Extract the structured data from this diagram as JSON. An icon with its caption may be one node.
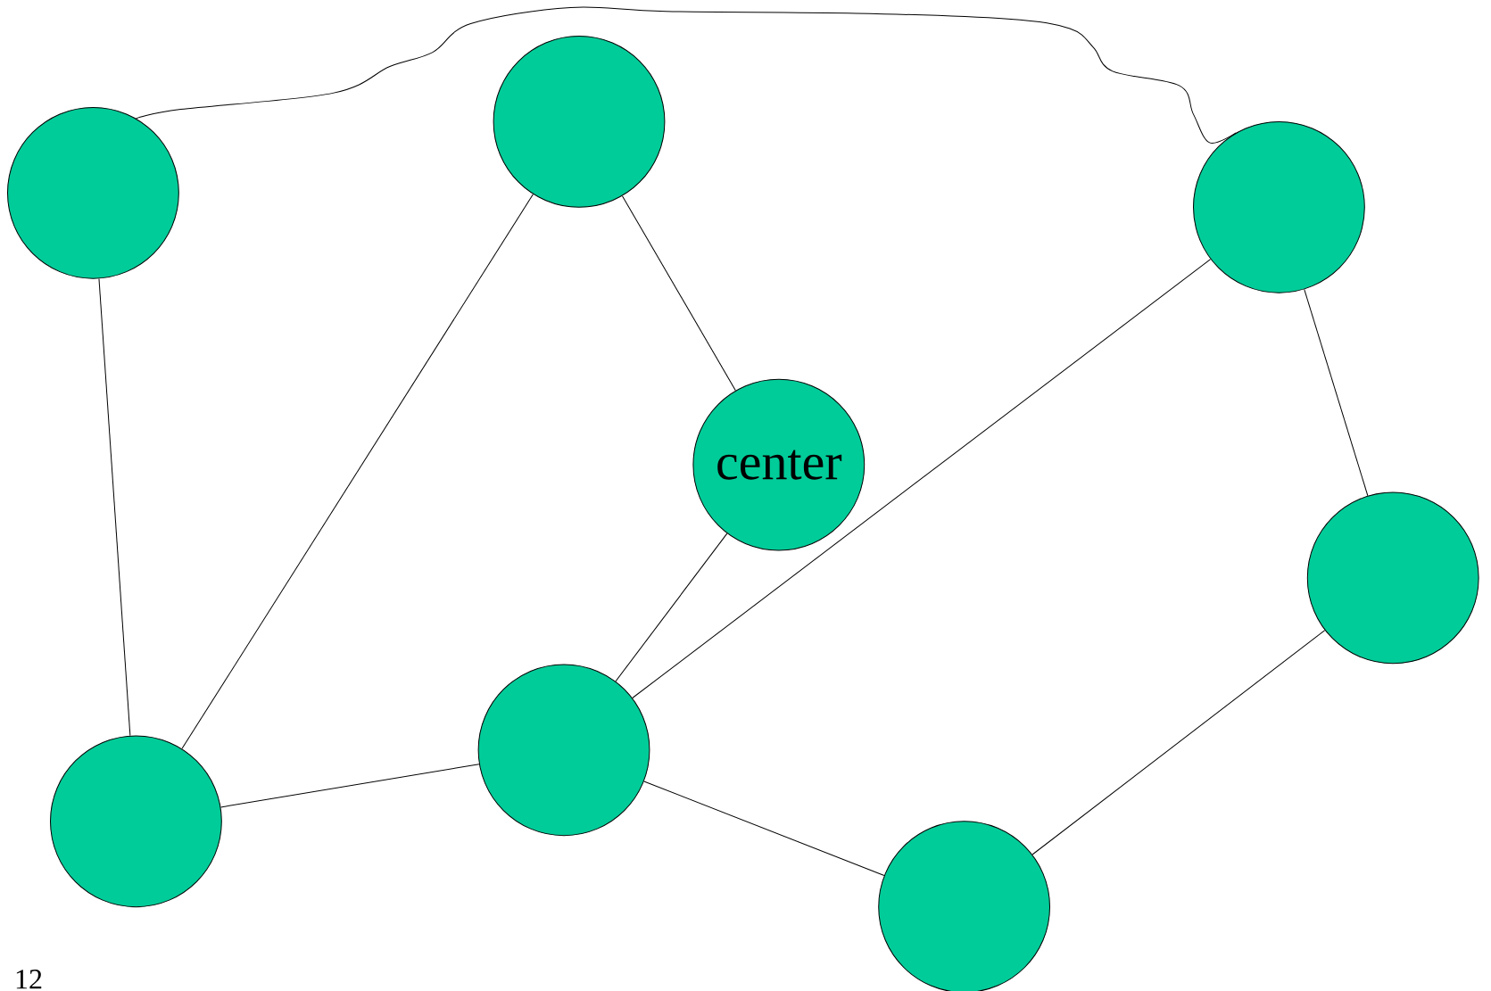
{
  "diagram": {
    "nodes": [
      {
        "text": [],
        "shape": "circle"
      },
      {
        "text": [],
        "shape": "circle"
      },
      {
        "text": [
          "center"
        ]
      },
      {
        "text": [],
        "shape": "circle"
      },
      {
        "text": [],
        "shape": "circle"
      },
      {
        "text": [],
        "shape": "circle"
      },
      {
        "text": [],
        "shape": "circle"
      },
      {
        "text": [],
        "shape": "circle"
      }
    ],
    "edges": [
      {
        "from": 0,
        "to": 3,
        "arrow": "none"
      },
      {
        "from": 0,
        "to": 5,
        "arrow": "none"
      },
      {
        "from": 1,
        "to": 5,
        "arrow": "none"
      },
      {
        "from": 1,
        "to": 2,
        "arrow": "none"
      },
      {
        "from": 2,
        "to": 6,
        "arrow": "none"
      },
      {
        "from": 3,
        "to": 6,
        "arrow": "none"
      },
      {
        "from": 3,
        "to": 4,
        "arrow": "none"
      },
      {
        "from": 5,
        "to": 6,
        "arrow": "none"
      },
      {
        "from": 6,
        "to": 7,
        "arrow": "none"
      },
      {
        "from": 7,
        "to": 4,
        "arrow": "none"
      }
    ],
    "labels": [
      "12"
    ]
  }
}
